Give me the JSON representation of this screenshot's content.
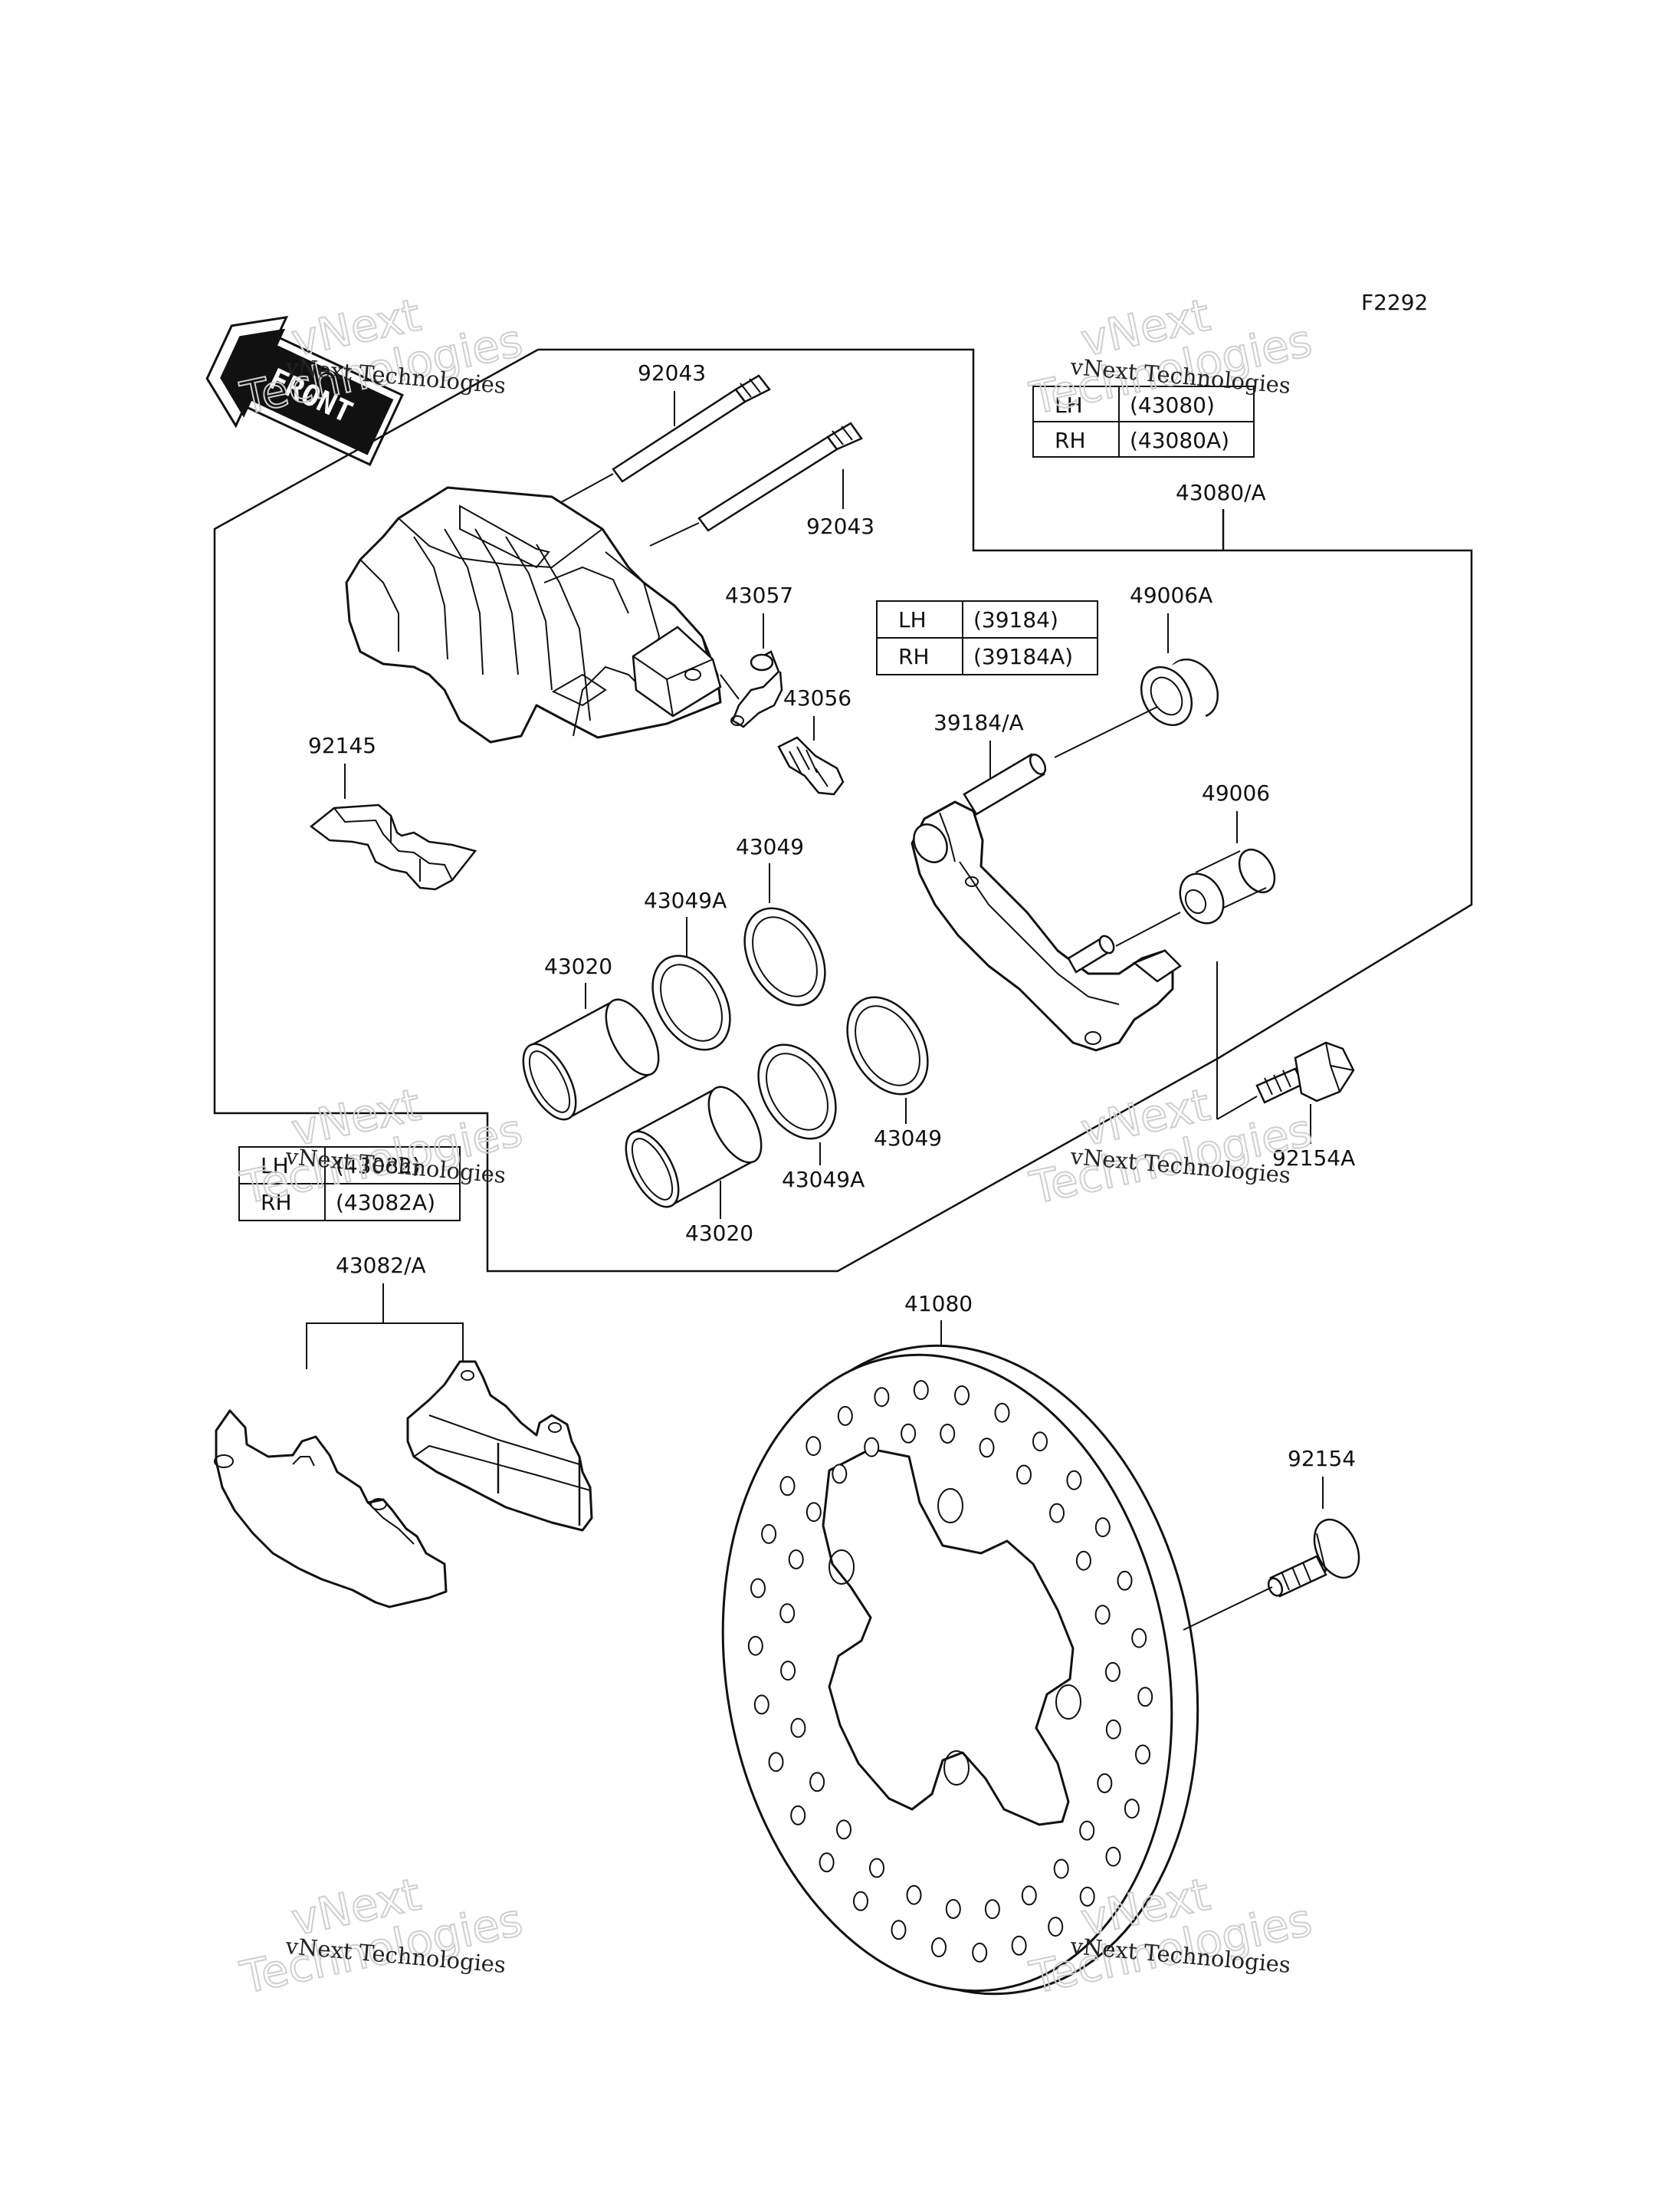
{
  "figure_code": "F2292",
  "front_label": "FRONT",
  "watermark": {
    "line_small": "vNext Technologies",
    "line_big_top": "vNext",
    "line_big_bottom": "Technologies"
  },
  "tables": {
    "brake_assy": {
      "rows": [
        {
          "side": "LH",
          "part": "(43080)"
        },
        {
          "side": "RH",
          "part": "(43080A)"
        }
      ]
    },
    "holder": {
      "rows": [
        {
          "side": "LH",
          "part": "(39184)"
        },
        {
          "side": "RH",
          "part": "(39184A)"
        }
      ]
    },
    "pad_assy": {
      "rows": [
        {
          "side": "LH",
          "part": "(43082)"
        },
        {
          "side": "RH",
          "part": "(43082A)"
        }
      ]
    }
  },
  "parts": {
    "p92043_a": "92043",
    "p92043_b": "92043",
    "p43080": "43080/A",
    "p43057": "43057",
    "p43056": "43056",
    "p49006A": "49006A",
    "p39184": "39184/A",
    "p49006": "49006",
    "p92145": "92145",
    "p43049_top": "43049",
    "p43049A_top": "43049A",
    "p43020_top": "43020",
    "p43049_bot": "43049",
    "p43049A_bot": "43049A",
    "p43020_bot": "43020",
    "p92154A": "92154A",
    "p43082": "43082/A",
    "p41080": "41080",
    "p92154": "92154"
  }
}
